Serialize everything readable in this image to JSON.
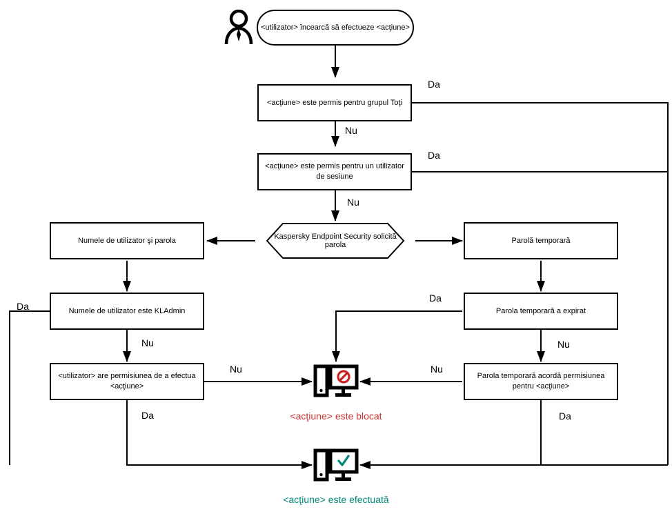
{
  "diagram": {
    "title": "Kaspersky Endpoint Security password check flowchart",
    "language": "ro",
    "colors": {
      "stroke": "#000000",
      "blocked": "#cc3333",
      "success": "#00897b",
      "background": "#ffffff"
    },
    "actor": {
      "icon": "person-icon",
      "label": ""
    },
    "nodes": {
      "start": "<utilizator> încearcă să efectueze <acţiune>",
      "allowed_everyone": "<acţiune> este permis pentru grupul Toţi",
      "allowed_session_user": "<acţiune> este permis pentru un utilizator de sesiune",
      "kes_requests_password": "Kaspersky Endpoint Security solicită parola",
      "username_and_password": "Numele de utilizator şi parola",
      "username_is_kladmin": "Numele de utilizator este KLAdmin",
      "user_has_permission": "<utilizator> are permisiunea de a efectua <acţiune>",
      "temporary_password": "Parolă temporară",
      "temp_password_expired": "Parola temporară a expirat",
      "temp_password_grants": "Parola temporară acordă permisiunea pentru <acţiune>"
    },
    "edge_labels": {
      "everyone_yes": "Da",
      "everyone_no": "Nu",
      "session_yes": "Da",
      "session_no": "Nu",
      "kladmin_yes": "Da",
      "kladmin_no": "Nu",
      "permission_no": "Nu",
      "permission_yes": "Da",
      "expired_yes": "Da",
      "expired_no": "Nu",
      "grants_no": "Nu",
      "grants_yes": "Da"
    },
    "terminals": {
      "blocked": {
        "icon": "monitor-blocked-icon",
        "label": "<acţiune> este blocat"
      },
      "performed": {
        "icon": "monitor-check-icon",
        "label": "<acţiune> este efectuată"
      }
    }
  }
}
